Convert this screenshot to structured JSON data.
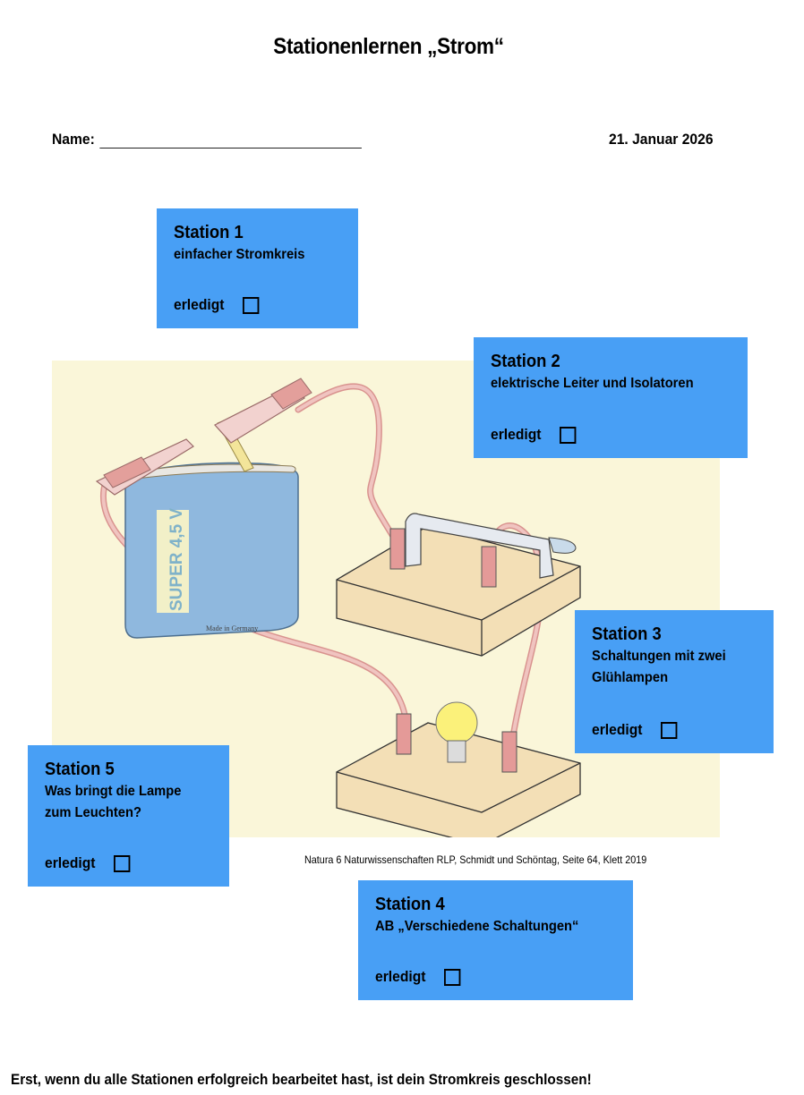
{
  "header": {
    "title": "Stationenlernen „Strom“",
    "name_label": "Name:",
    "name_value": "",
    "date": "21. Januar 2026"
  },
  "illustration": {
    "battery_label": "SUPER 4,5 V",
    "battery_sublabel": "Made in Germany",
    "credit": "Natura 6 Naturwissenschaften RLP, Schmidt und Schöntag, Seite 64, Klett 2019"
  },
  "stations": [
    {
      "title": "Station 1",
      "description_lines": [
        "einfacher Stromkreis"
      ],
      "done_label": "erledigt",
      "done": false
    },
    {
      "title": "Station 2",
      "description_lines": [
        "elektrische Leiter und Isolatoren"
      ],
      "done_label": "erledigt",
      "done": false
    },
    {
      "title": "Station 3",
      "description_lines": [
        "Schaltungen mit zwei",
        "Glühlampen"
      ],
      "done_label": "erledigt",
      "done": false
    },
    {
      "title": "Station 4",
      "description_lines": [
        "AB „Verschiedene Schaltungen“"
      ],
      "done_label": "erledigt",
      "done": false
    },
    {
      "title": "Station 5",
      "description_lines": [
        "Was bringt die Lampe",
        "zum Leuchten?"
      ],
      "done_label": "erledigt",
      "done": false
    }
  ],
  "footer": {
    "text": "Erst, wenn du alle Stationen erfolgreich bearbeitet hast, ist dein Stromkreis geschlossen!"
  },
  "colors": {
    "station_box": "#489ff5",
    "illustration_background": "#faf6d9",
    "battery": "#8fb8de",
    "cable": "#e8b4b0",
    "wood_base": "#f3dfb6"
  }
}
